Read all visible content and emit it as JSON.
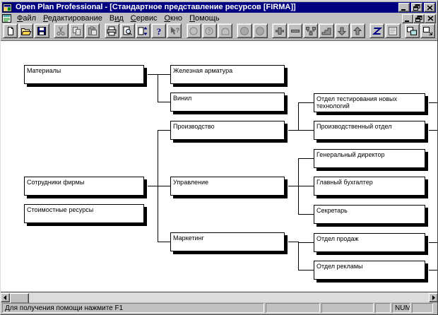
{
  "window": {
    "title": "Open Plan Professional - [Стандартное представление ресурсов [FIRMA]]"
  },
  "colors": {
    "titlebar": "#000080",
    "chrome": "#c0c0c0",
    "canvas": "#ffffff",
    "node_border": "#000000",
    "node_shadow": "#000000"
  },
  "menu": {
    "items": [
      {
        "name": "file",
        "label": "Файл",
        "accel": 0
      },
      {
        "name": "edit",
        "label": "Редактирование",
        "accel": 0
      },
      {
        "name": "view",
        "label": "Вид",
        "accel": 1
      },
      {
        "name": "tools",
        "label": "Сервис",
        "accel": 0
      },
      {
        "name": "window",
        "label": "Окно",
        "accel": 0
      },
      {
        "name": "help",
        "label": "Помощь",
        "accel": 0
      }
    ]
  },
  "toolbar": {
    "buttons": [
      {
        "name": "new",
        "enabled": true
      },
      {
        "name": "open",
        "enabled": true
      },
      {
        "name": "save",
        "enabled": true
      },
      {
        "name": "separator"
      },
      {
        "name": "cut",
        "enabled": false
      },
      {
        "name": "copy",
        "enabled": false
      },
      {
        "name": "paste",
        "enabled": false
      },
      {
        "name": "separator"
      },
      {
        "name": "print",
        "enabled": true
      },
      {
        "name": "print-preview",
        "enabled": true
      },
      {
        "name": "import-export",
        "enabled": true
      },
      {
        "name": "help",
        "enabled": true
      },
      {
        "name": "context-help",
        "enabled": false
      },
      {
        "name": "separator"
      },
      {
        "name": "node-circle",
        "enabled": false
      },
      {
        "name": "node-circle-question",
        "enabled": false
      },
      {
        "name": "node-dome",
        "enabled": false
      },
      {
        "name": "separator"
      },
      {
        "name": "node-filled-a",
        "enabled": false
      },
      {
        "name": "node-filled-b",
        "enabled": false
      },
      {
        "name": "separator"
      },
      {
        "name": "expand",
        "enabled": true
      },
      {
        "name": "collapse",
        "enabled": true
      },
      {
        "name": "link-nodes",
        "enabled": true
      },
      {
        "name": "steps",
        "enabled": true
      },
      {
        "name": "arrow-down",
        "enabled": true
      },
      {
        "name": "arrow-up",
        "enabled": true
      },
      {
        "name": "separator"
      },
      {
        "name": "zigzag",
        "enabled": true
      },
      {
        "name": "notes",
        "enabled": false
      },
      {
        "name": "separator"
      },
      {
        "name": "tile-windows",
        "enabled": true
      },
      {
        "name": "new-window",
        "enabled": true
      }
    ]
  },
  "tree": {
    "nodes": [
      {
        "name": "materials",
        "label": "Материалы",
        "children": [
          3,
          4
        ],
        "continues_right": false
      },
      {
        "name": "company-staff",
        "label": "Сотрудники фирмы",
        "children": [
          5,
          6,
          7
        ],
        "continues_right": false
      },
      {
        "name": "cost-resources",
        "label": "Стоимостные ресурсы",
        "children": [],
        "continues_right": false
      },
      {
        "name": "iron-fittings",
        "label": "Железная арматура",
        "children": [],
        "continues_right": false
      },
      {
        "name": "vinyl",
        "label": "Винил",
        "children": [],
        "continues_right": false
      },
      {
        "name": "production",
        "label": "Производство",
        "children": [
          8,
          9
        ],
        "continues_right": false
      },
      {
        "name": "management",
        "label": "Управление",
        "children": [
          10,
          11,
          12
        ],
        "continues_right": false
      },
      {
        "name": "marketing",
        "label": "Маркетинг",
        "children": [
          13,
          14
        ],
        "continues_right": false
      },
      {
        "name": "new-tech-testing-dept",
        "label": "Отдел тестирования новых технологий",
        "children": [],
        "continues_right": true
      },
      {
        "name": "production-dept",
        "label": "Производственный отдел",
        "children": [],
        "continues_right": true
      },
      {
        "name": "general-director",
        "label": "Генеральный директор",
        "children": [],
        "continues_right": false
      },
      {
        "name": "chief-accountant",
        "label": "Главный бухгалтер",
        "children": [],
        "continues_right": false
      },
      {
        "name": "secretary",
        "label": "Секретарь",
        "children": [],
        "continues_right": false
      },
      {
        "name": "sales-dept",
        "label": "Отдел продаж",
        "children": [],
        "continues_right": true
      },
      {
        "name": "advertising-dept",
        "label": "Отдел рекламы",
        "children": [],
        "continues_right": true
      }
    ]
  },
  "status": {
    "panes": [
      {
        "name": "help-message",
        "text": "Для получения помощи нажмите F1"
      },
      {
        "name": "pane-1",
        "text": ""
      },
      {
        "name": "pane-2",
        "text": ""
      },
      {
        "name": "pane-3",
        "text": ""
      },
      {
        "name": "num-indicator",
        "text": "NUM"
      },
      {
        "name": "pane-4",
        "text": ""
      }
    ]
  }
}
